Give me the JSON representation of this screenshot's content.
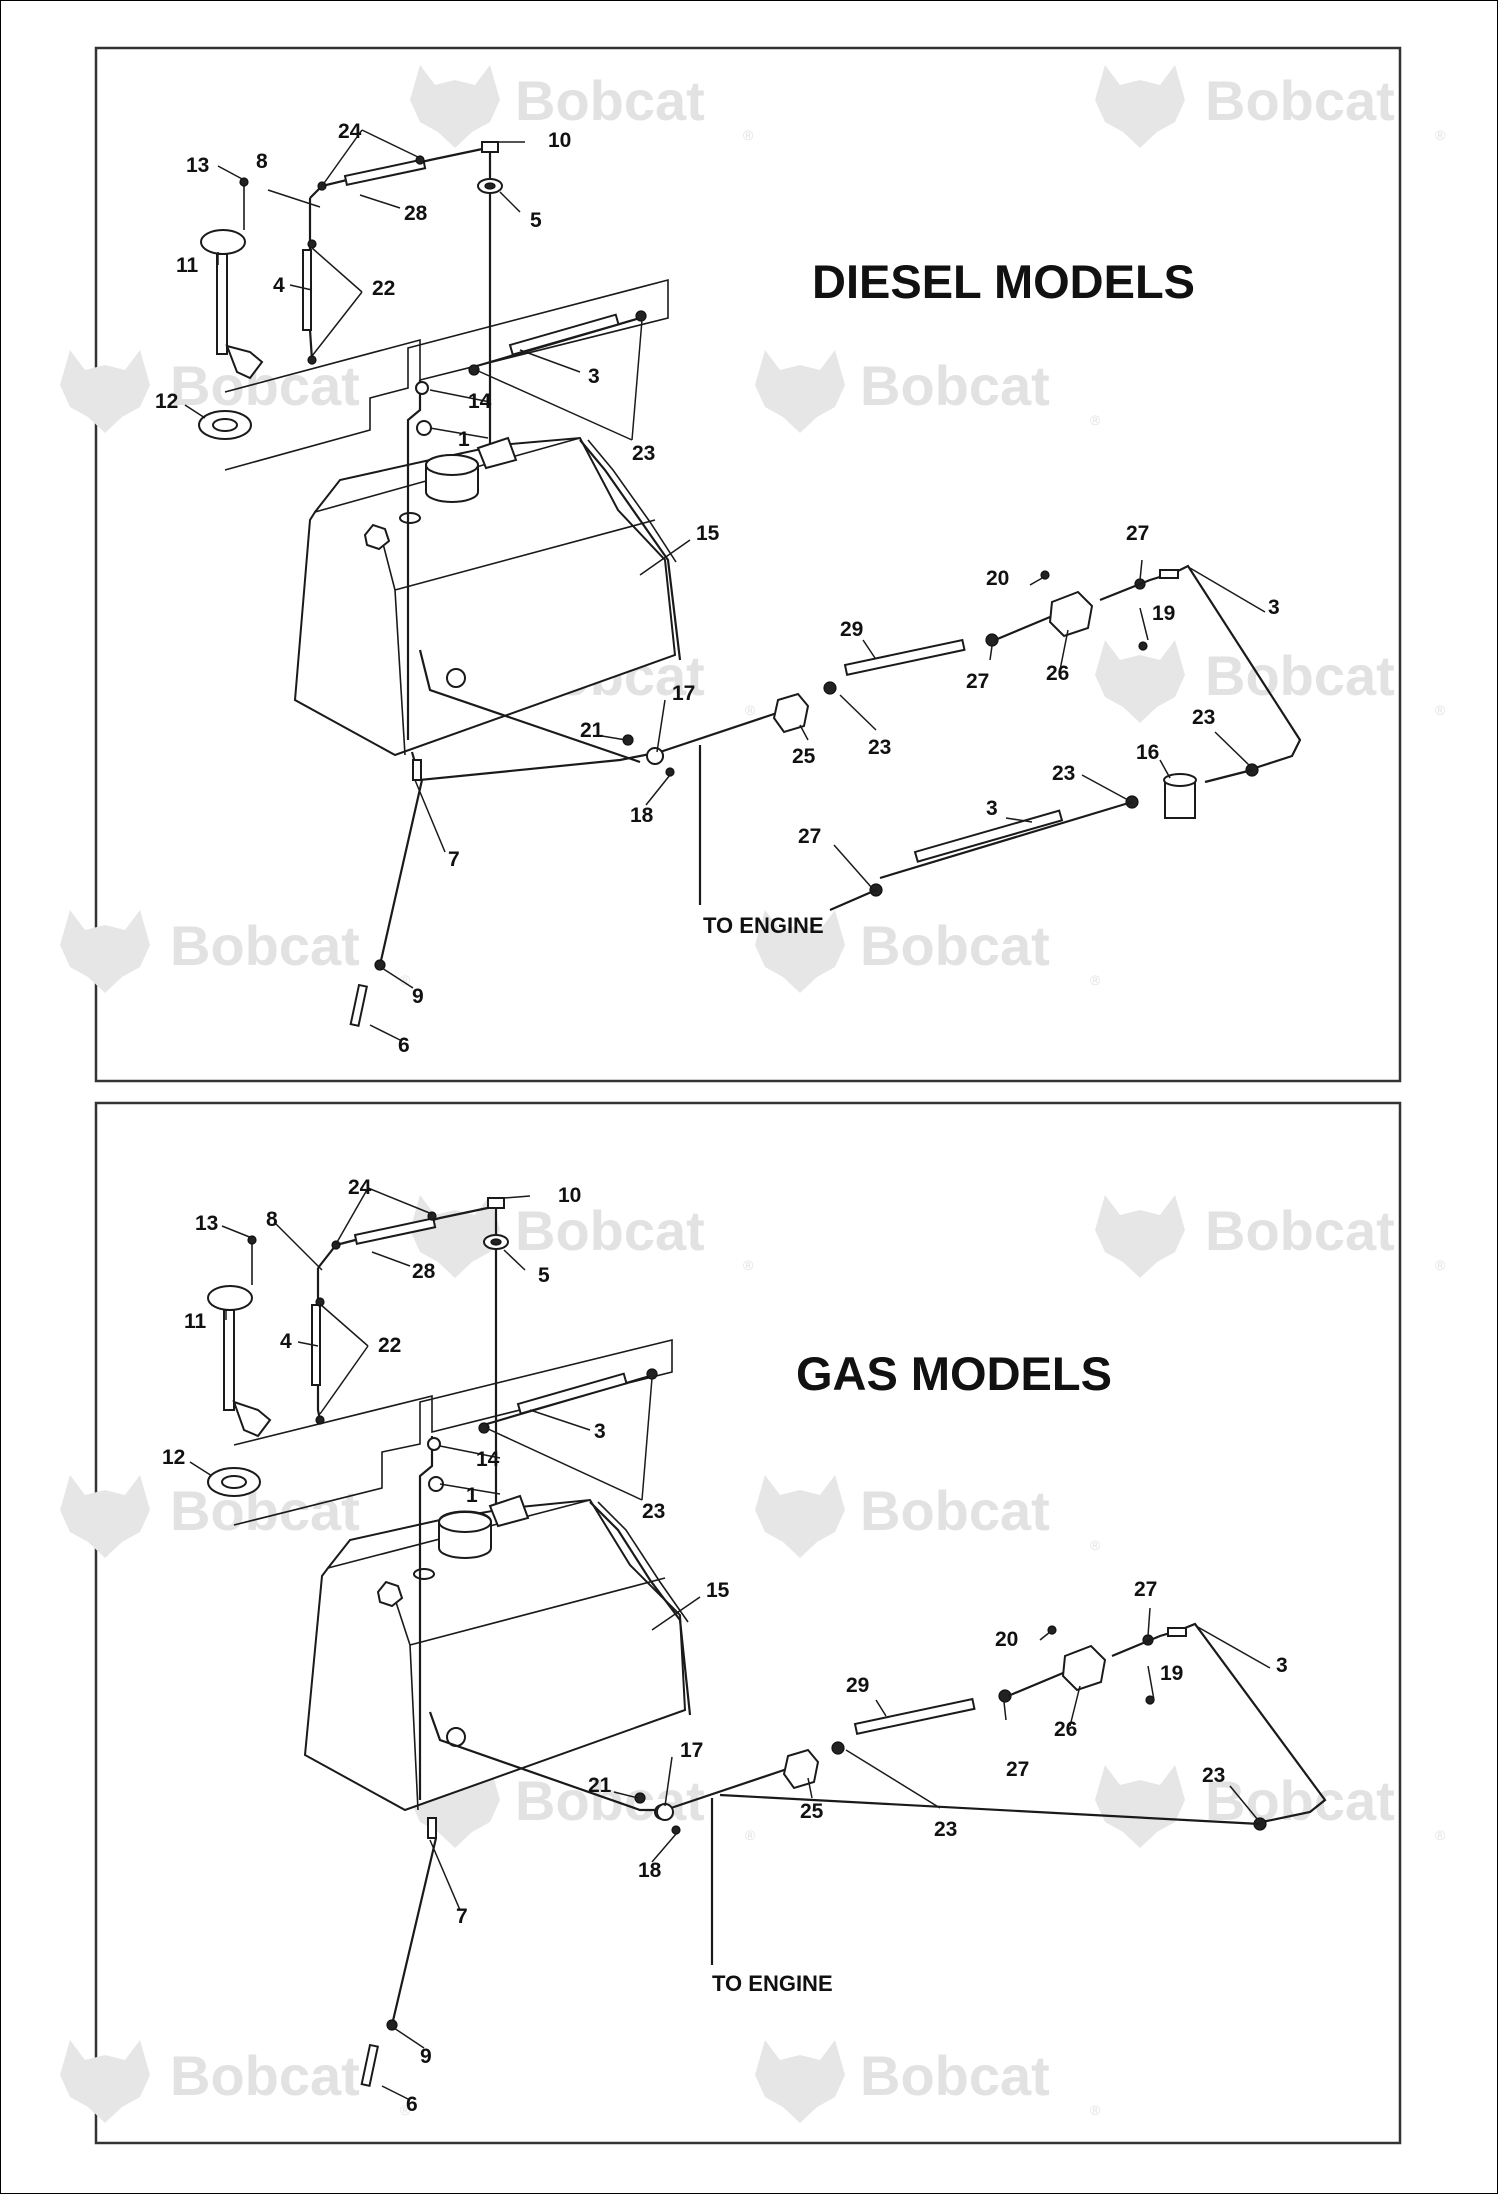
{
  "watermark": {
    "brand": "Bobcat",
    "registered_mark": "®"
  },
  "panels": [
    {
      "title": "DIESEL MODELS",
      "destination_label": "TO ENGINE",
      "callouts": [
        "1",
        "3",
        "3",
        "3",
        "4",
        "5",
        "6",
        "7",
        "8",
        "9",
        "10",
        "11",
        "12",
        "13",
        "14",
        "15",
        "16",
        "17",
        "18",
        "19",
        "20",
        "21",
        "22",
        "23",
        "23",
        "23",
        "23",
        "24",
        "25",
        "26",
        "27",
        "27",
        "27",
        "28",
        "29"
      ]
    },
    {
      "title": "GAS MODELS",
      "destination_label": "TO ENGINE",
      "callouts": [
        "1",
        "3",
        "3",
        "4",
        "5",
        "6",
        "7",
        "8",
        "9",
        "10",
        "11",
        "12",
        "13",
        "14",
        "15",
        "17",
        "18",
        "19",
        "20",
        "21",
        "22",
        "23",
        "23",
        "23",
        "24",
        "25",
        "26",
        "27",
        "27",
        "28",
        "29"
      ]
    }
  ]
}
